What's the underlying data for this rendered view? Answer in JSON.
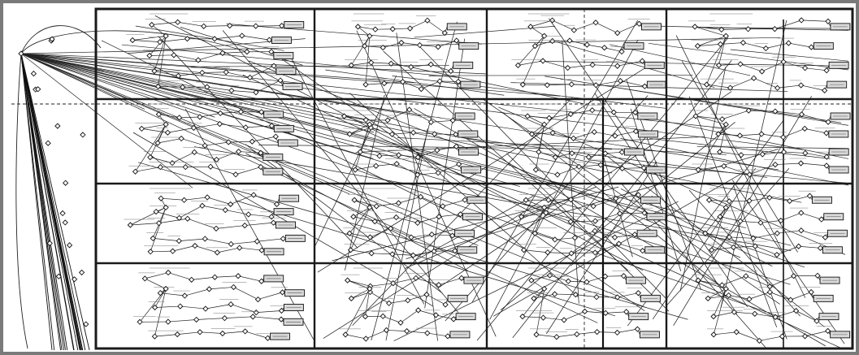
{
  "colors": {
    "frame": "#7a7a7a",
    "background": "#ffffff",
    "grid_line": "#1a1a1a",
    "connector": "#222222",
    "node_fill": "#ffffff",
    "node_stroke": "#111111",
    "label_box_fill": "#d9d9d9",
    "annotation_text": "#777777"
  },
  "grid": {
    "rows": 4,
    "columns": 4,
    "cells": 16
  },
  "icons": {
    "node": "diamond-node-icon",
    "label": "label-box-icon",
    "root": "root-hub-icon"
  }
}
